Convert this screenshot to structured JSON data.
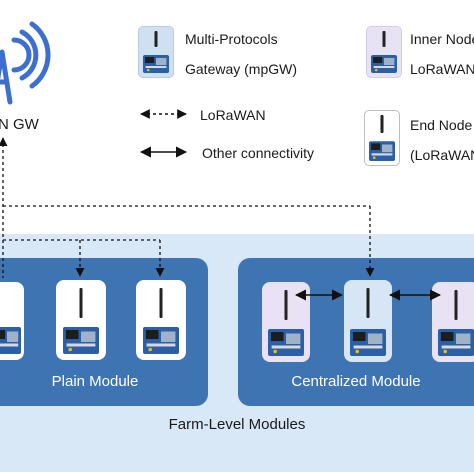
{
  "legend": {
    "gateway_line1": "Multi-Protocols",
    "gateway_line2": "Gateway (mpGW)",
    "inner_line1": "Inner Node",
    "inner_line2": "LoRaWAN",
    "end_line1": "End Node",
    "end_line2": "(LoRaWAN",
    "lorawan_label": "LoRaWAN",
    "other_label": "Other connectivity"
  },
  "gw_label": "N GW",
  "modules": {
    "plain_label": "Plain Module",
    "centralized_label": "Centralized Module",
    "farm_label": "Farm-Level Modules"
  },
  "colors": {
    "module_blue": "#3f74b3",
    "farm_background": "#d9e8f6",
    "gateway_card": "#d7e6f5",
    "inner_card": "#e8e2f4",
    "tower_blue": "#3c6fd0"
  }
}
